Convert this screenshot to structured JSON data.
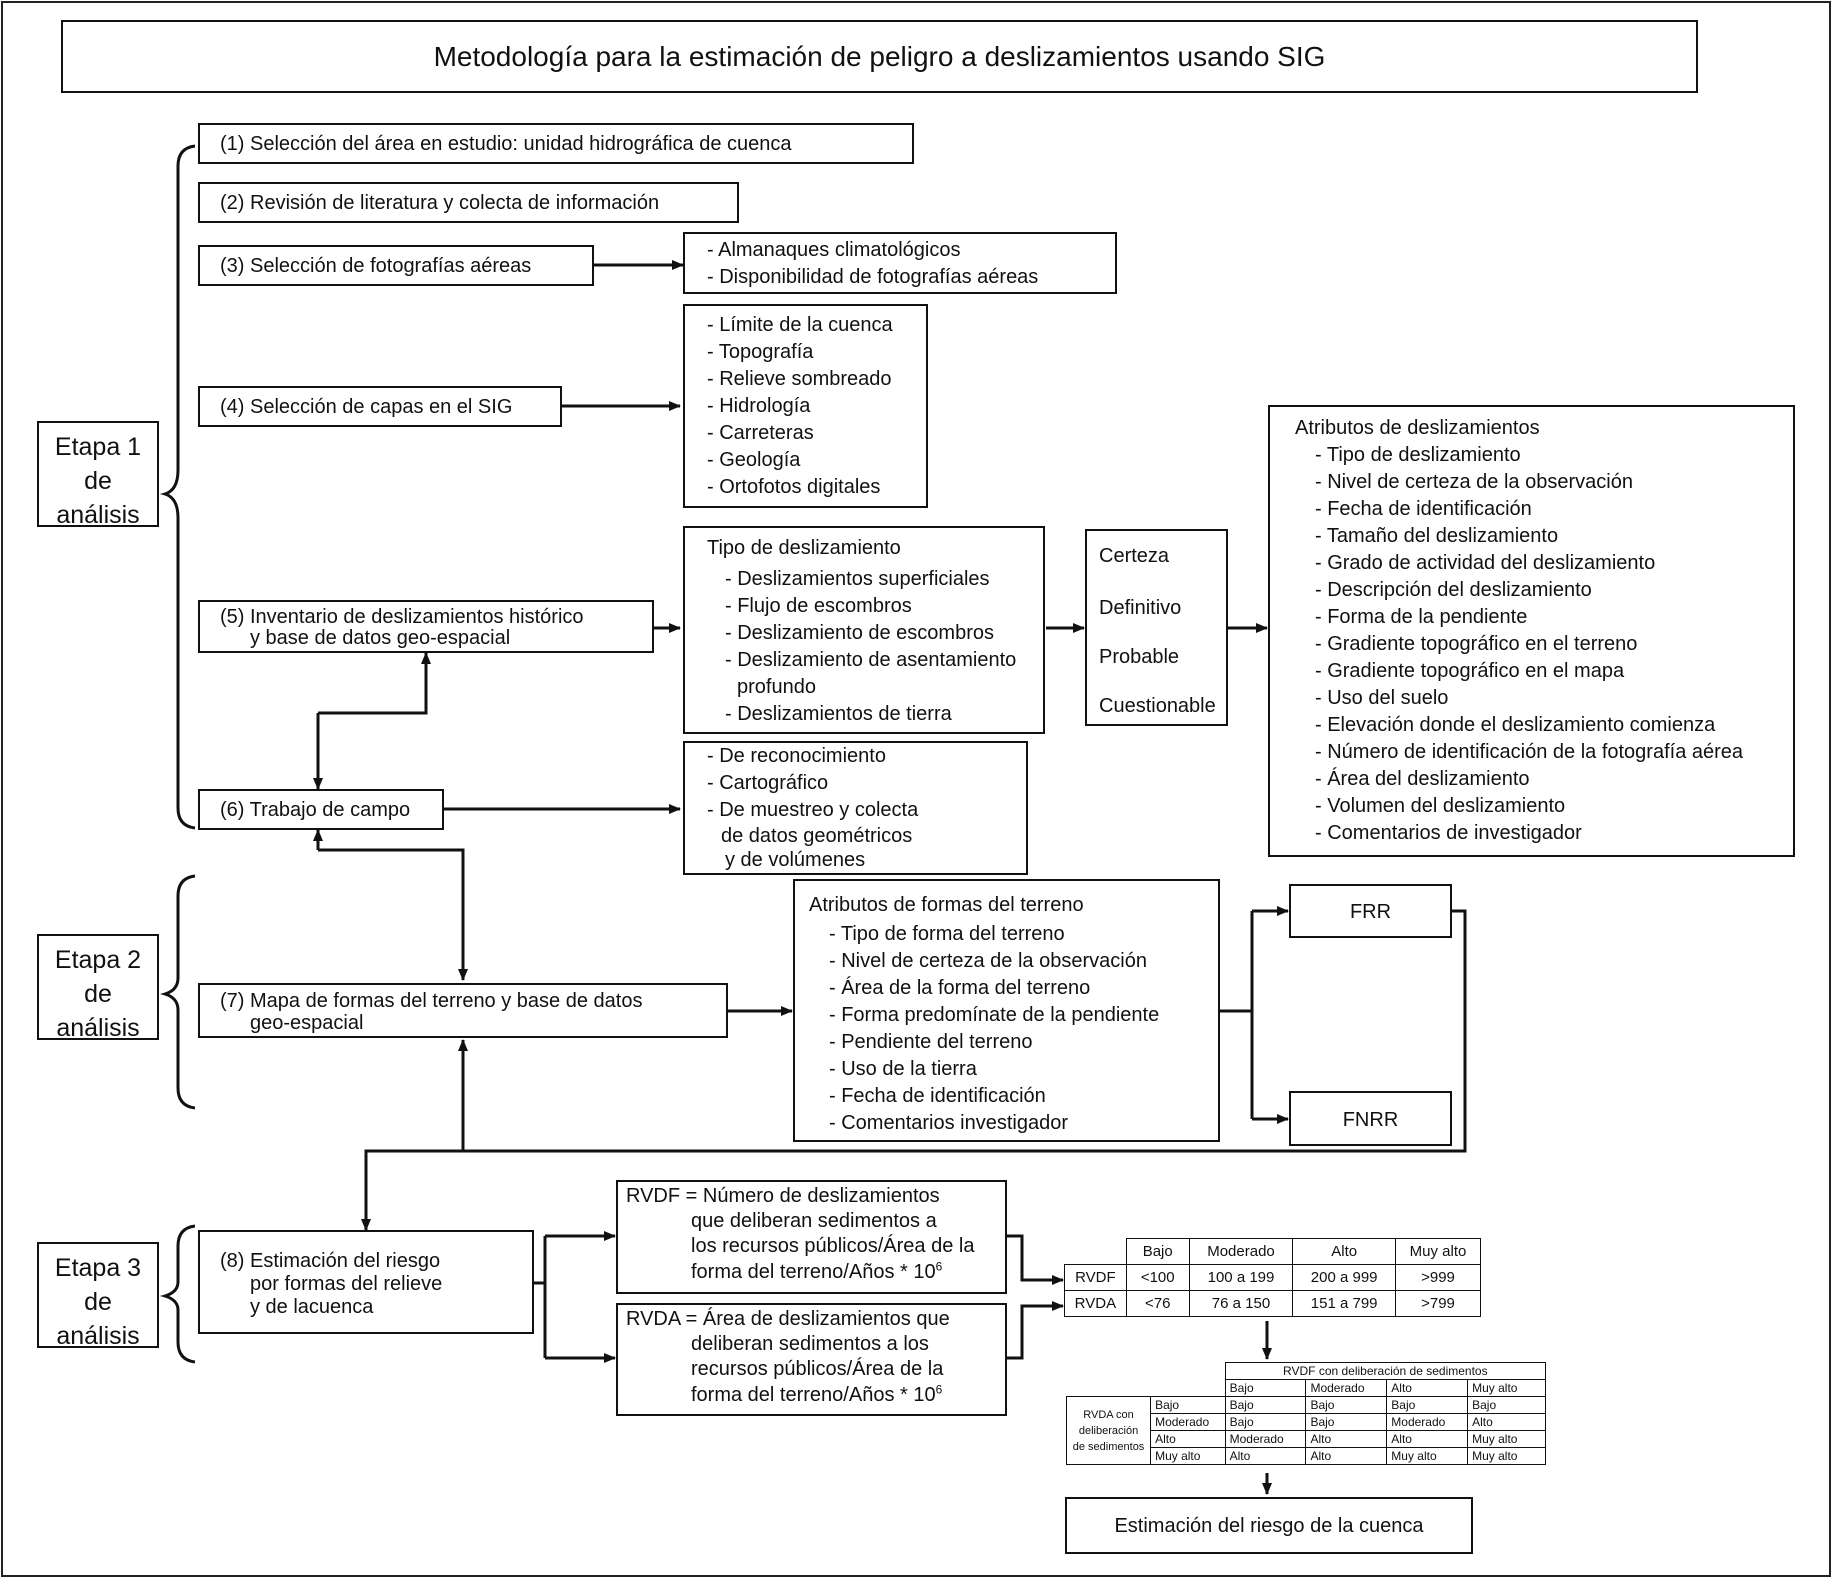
{
  "title": "Metodología para la estimación de peligro a deslizamientos usando SIG",
  "stages": [
    {
      "lines": [
        "Etapa 1",
        "de",
        "análisis"
      ]
    },
    {
      "lines": [
        "Etapa 2",
        "de",
        "análisis"
      ]
    },
    {
      "lines": [
        "Etapa 3",
        "de",
        "análisis"
      ]
    }
  ],
  "steps": {
    "s1": "(1) Selección del área en estudio: unidad  hidrográfica de cuenca",
    "s2": "(2) Revisión de literatura y colecta de información",
    "s3": "(3) Selección de fotografías aéreas",
    "s4": "(4) Selección de capas en el SIG",
    "s5": [
      "(5) Inventario de deslizamientos histórico",
      "y base de datos geo-espacial"
    ],
    "s6": "(6) Trabajo de campo",
    "s7": [
      "(7) Mapa de formas del terreno  y base de datos",
      "geo-espacial"
    ],
    "s8": [
      "(8) Estimación del riesgo",
      "por formas del relieve",
      "y de lacuenca"
    ]
  },
  "photo_sources": [
    "- Almanaques climatológicos",
    "- Disponibilidad de fotografías aéreas"
  ],
  "gis_layers": [
    "- Límite de la cuenca",
    "- Topografía",
    "- Relieve sombreado",
    "- Hidrología",
    "- Carreteras",
    "- Geología",
    "- Ortofotos digitales"
  ],
  "landslide_types": {
    "title": "Tipo de deslizamiento",
    "items": [
      "- Deslizamientos superficiales",
      "- Flujo de escombros",
      "- Deslizamiento de escombros",
      "- Deslizamiento de asentamiento",
      "profundo",
      "- Deslizamientos de tierra"
    ]
  },
  "certainty": [
    "Certeza",
    "Definitivo",
    "Probable",
    "Cuestionable"
  ],
  "landslide_attributes": {
    "title": "Atributos de deslizamientos",
    "items": [
      "- Tipo de deslizamiento",
      "- Nivel de certeza de la observación",
      "- Fecha de identificación",
      "- Tamaño del deslizamiento",
      "- Grado de actividad del deslizamiento",
      "- Descripción del deslizamiento",
      "- Forma de la pendiente",
      "- Gradiente topográfico en el terreno",
      "- Gradiente topográfico en el mapa",
      "- Uso del suelo",
      "- Elevación donde el deslizamiento comienza",
      "- Número de identificación de la fotografía aérea",
      "- Área del deslizamiento",
      "- Volumen del deslizamiento",
      "- Comentarios de investigador"
    ]
  },
  "fieldwork_types": [
    "- De reconocimiento",
    "- Cartográfico",
    "- De muestreo y colecta",
    "de datos geométricos",
    "y de volúmenes"
  ],
  "landform_attributes": {
    "title": "Atributos de formas del terreno",
    "items": [
      "- Tipo de forma del terreno",
      "- Nivel de certeza de la observación",
      "- Área de la forma del terreno",
      "- Forma predomínate de la pendiente",
      "- Pendiente del terreno",
      "- Uso de la tierra",
      "- Fecha de identificación",
      "- Comentarios investigador"
    ]
  },
  "frr": "FRR",
  "fnrr": "FNRR",
  "rvdf": {
    "lines": [
      "RVDF = Número de deslizamientos",
      "que deliberan  sedimentos a",
      "los recursos públicos/Área de la",
      "forma del terreno/Años * 10"
    ],
    "exp": "6"
  },
  "rvda": {
    "lines": [
      "RVDA = Área de deslizamientos que",
      "deliberan  sedimentos a los",
      "recursos públicos/Área de la",
      "forma del terreno/Años * 10"
    ],
    "exp": "6"
  },
  "class_table": {
    "headers": [
      "",
      "Bajo",
      "Moderado",
      "Alto",
      "Muy alto"
    ],
    "rows": [
      [
        "RVDF",
        "<100",
        "100 a 199",
        "200 a 999",
        ">999"
      ],
      [
        "RVDA",
        "<76",
        "76 a 150",
        "151 a 799",
        ">799"
      ]
    ]
  },
  "risk_matrix": {
    "col_title": "RVDF con deliberación de sedimentos",
    "row_title": [
      "RVDA con",
      "deliberación",
      "de sedimentos"
    ],
    "cols": [
      "Bajo",
      "Moderado",
      "Alto",
      "Muy alto"
    ],
    "rows": [
      {
        "label": "Bajo",
        "cells": [
          "Bajo",
          "Bajo",
          "Bajo",
          "Bajo"
        ]
      },
      {
        "label": "Moderado",
        "cells": [
          "Bajo",
          "Bajo",
          "Moderado",
          "Alto"
        ]
      },
      {
        "label": "Alto",
        "cells": [
          "Moderado",
          "Alto",
          "Alto",
          "Muy alto"
        ]
      },
      {
        "label": "Muy alto",
        "cells": [
          "Alto",
          "Alto",
          "Muy alto",
          "Muy alto"
        ]
      }
    ]
  },
  "final_output": "Estimación del riesgo de la cuenca"
}
